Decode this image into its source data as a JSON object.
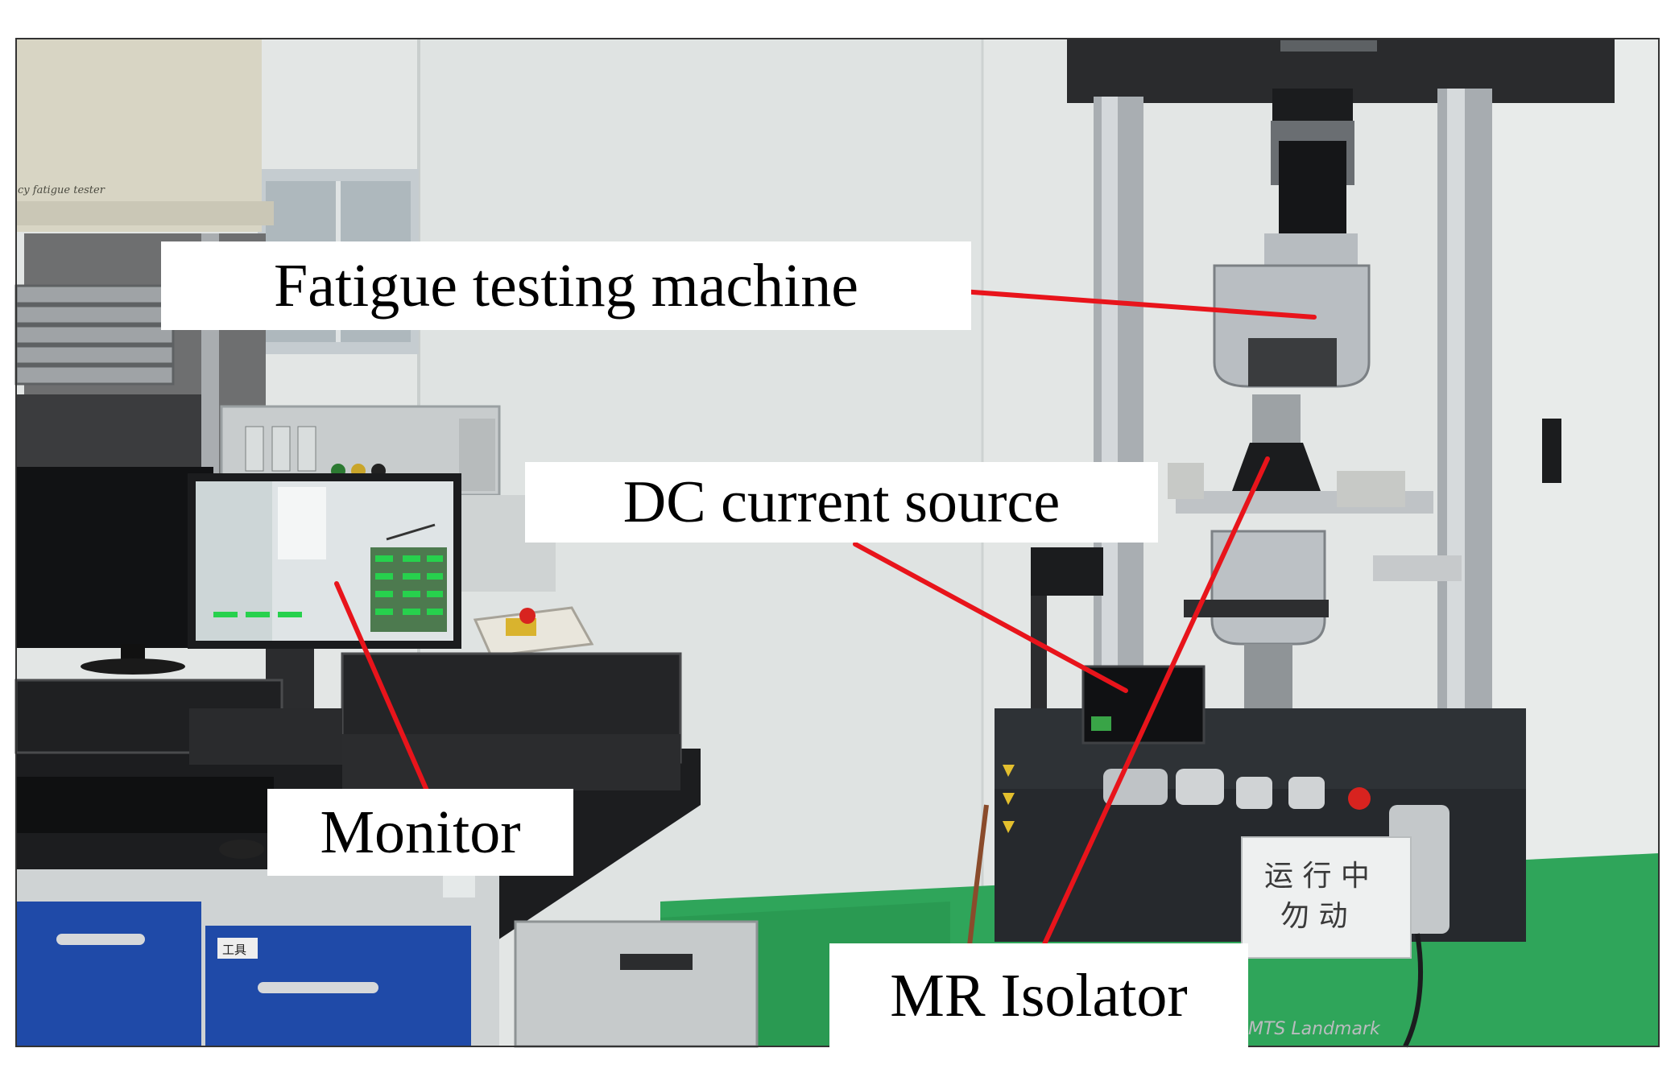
{
  "labels": {
    "fatigue_machine": "Fatigue testing machine",
    "dc_source": "DC current source",
    "monitor": "Monitor",
    "mr_isolator": "MR Isolator"
  },
  "scene_text": {
    "tester_nameplate": "cy fatigue tester",
    "drawer_tag": "工具",
    "warning_sign_line1": "运 行 中",
    "warning_sign_line2": "勿 动",
    "base_brand": "MTS Landmark"
  },
  "colors": {
    "leader_line": "#e8141b",
    "label_bg": "#ffffff",
    "wall": "#e6e8e7",
    "floor": "#2fa55a",
    "cabinet_blue": "#1f4aa8"
  }
}
